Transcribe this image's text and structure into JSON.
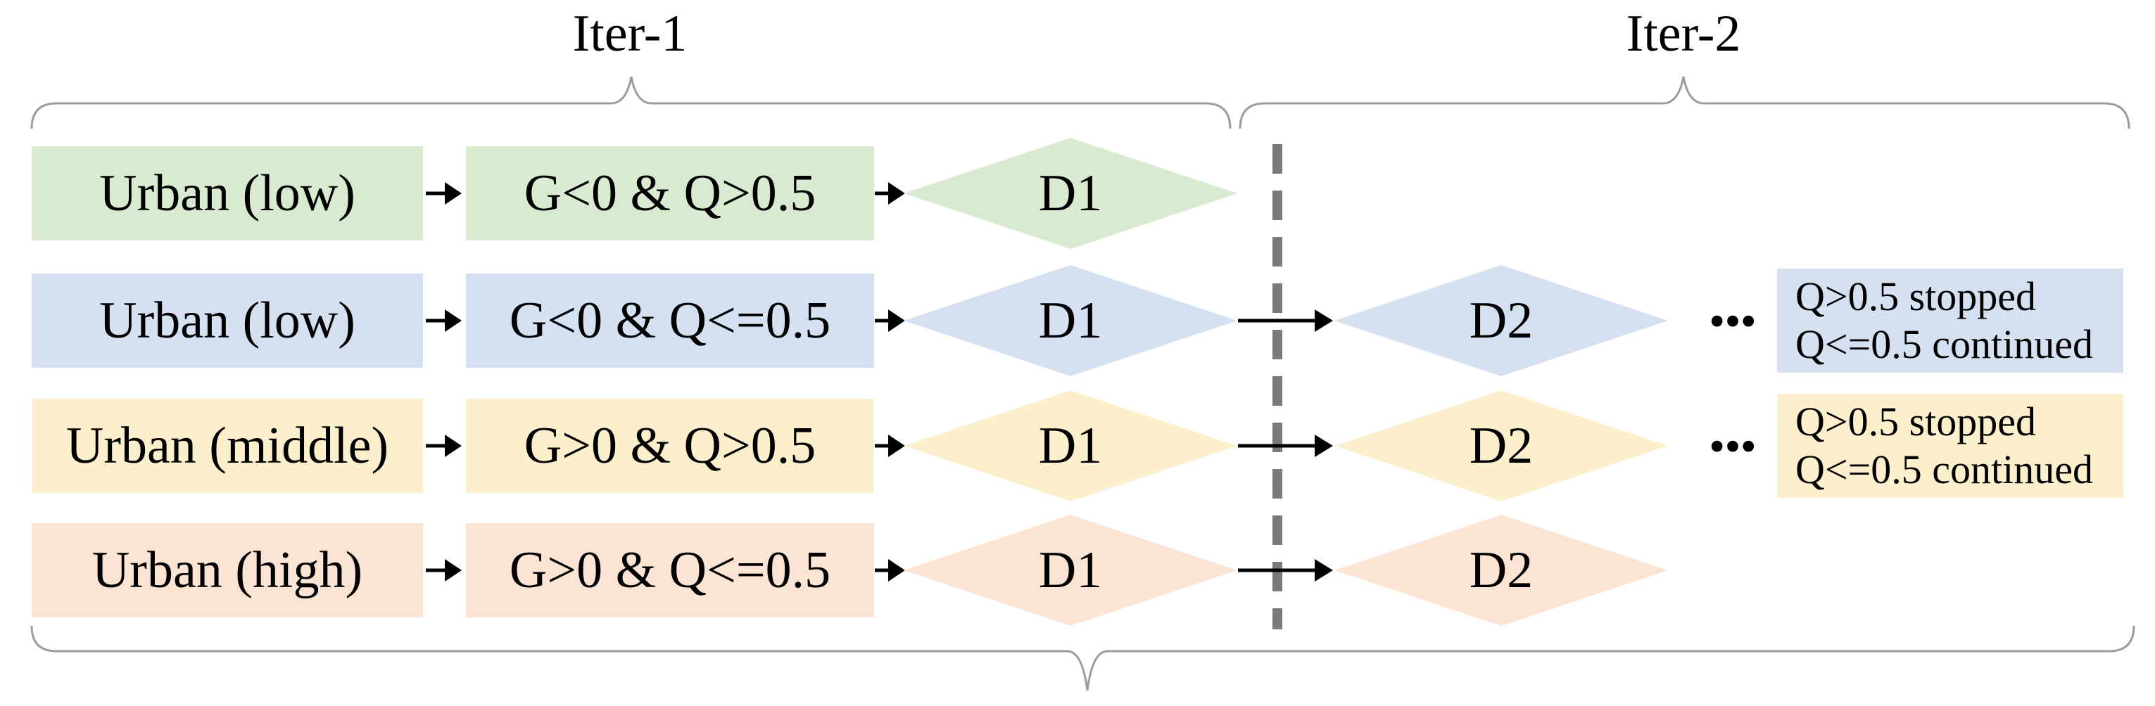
{
  "header": {
    "iter1_label": "Iter-1",
    "iter2_label": "Iter-2"
  },
  "colors": {
    "green": "#d8ead0",
    "blue": "#d5e1f1",
    "yellow": "#fcf0cc",
    "pink": "#fce4d4",
    "brace": "#9c9c9c",
    "dashed_line": "#7a7a7a",
    "text": "#000000"
  },
  "rows": [
    {
      "category": "Urban (low)",
      "condition": "G<0 & Q>0.5",
      "iter1_diamond": "D1"
    },
    {
      "category": "Urban (low)",
      "condition": "G<0 & Q<=0.5",
      "iter1_diamond": "D1",
      "iter2_diamond": "D2",
      "ellipsis": "•••",
      "note_line1": "Q>0.5 stopped",
      "note_line2": "Q<=0.5 continued"
    },
    {
      "category": "Urban (middle)",
      "condition": "G>0 & Q>0.5",
      "iter1_diamond": "D1",
      "iter2_diamond": "D2",
      "ellipsis": "•••",
      "note_line1": "Q>0.5 stopped",
      "note_line2": "Q<=0.5 continued"
    },
    {
      "category": "Urban (high)",
      "condition": "G>0 & Q<=0.5",
      "iter1_diamond": "D1",
      "iter2_diamond": "D2"
    }
  ]
}
